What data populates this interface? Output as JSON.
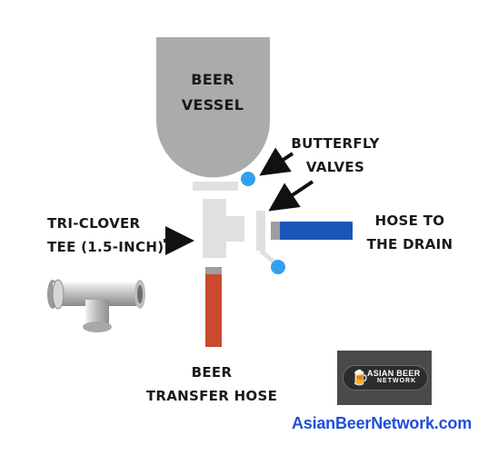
{
  "labels": {
    "vessel": [
      "BEER",
      "VESSEL"
    ],
    "butterfly_valves": [
      "BUTTERFLY",
      "VALVES"
    ],
    "tee": [
      "TRI-CLOVER",
      "TEE (1.5-INCH)"
    ],
    "hose_drain": [
      "HOSE TO",
      "THE DRAIN"
    ],
    "transfer_hose": [
      "BEER",
      "TRANSFER HOSE"
    ]
  },
  "logo": {
    "line1": "ASIAN BEER",
    "line2": "NETWORK",
    "icon": "beer-mug-icon"
  },
  "site": "AsianBeerNetwork.com",
  "colors": {
    "vessel": "#ababab",
    "fitting": "#e0e0e0",
    "valve_handle": "#34a0f0",
    "drain_hose": "#1a55b8",
    "transfer_hose": "#c94a2c",
    "clamp": "#9e9e9e",
    "site_text": "#1f4fd8"
  }
}
